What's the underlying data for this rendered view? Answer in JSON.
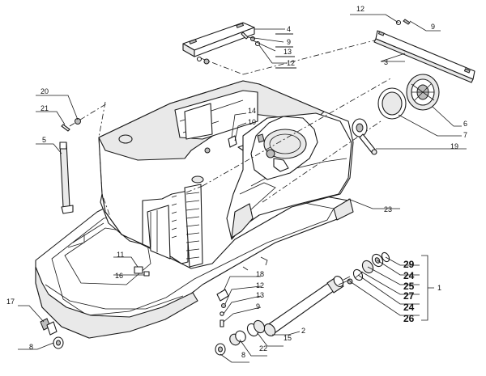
{
  "labels": {
    "l1": "1",
    "l2": "2",
    "l3": "3",
    "l4": "4",
    "l5": "5",
    "l6": "6",
    "l7": "7",
    "l8a": "8",
    "l8b": "8",
    "l9a": "9",
    "l9b": "9",
    "l9c": "9",
    "l10": "10",
    "l11": "11",
    "l12a": "12",
    "l12b": "12",
    "l12c": "12",
    "l13a": "13",
    "l13b": "13",
    "l14": "14",
    "l15": "15",
    "l16": "16",
    "l17": "17",
    "l18": "18",
    "l19": "19",
    "l20": "20",
    "l21": "21",
    "l22": "22",
    "l23": "23",
    "l24a": "24",
    "l24b": "24",
    "l25": "25",
    "l26": "26",
    "l27": "27",
    "l29": "29"
  }
}
